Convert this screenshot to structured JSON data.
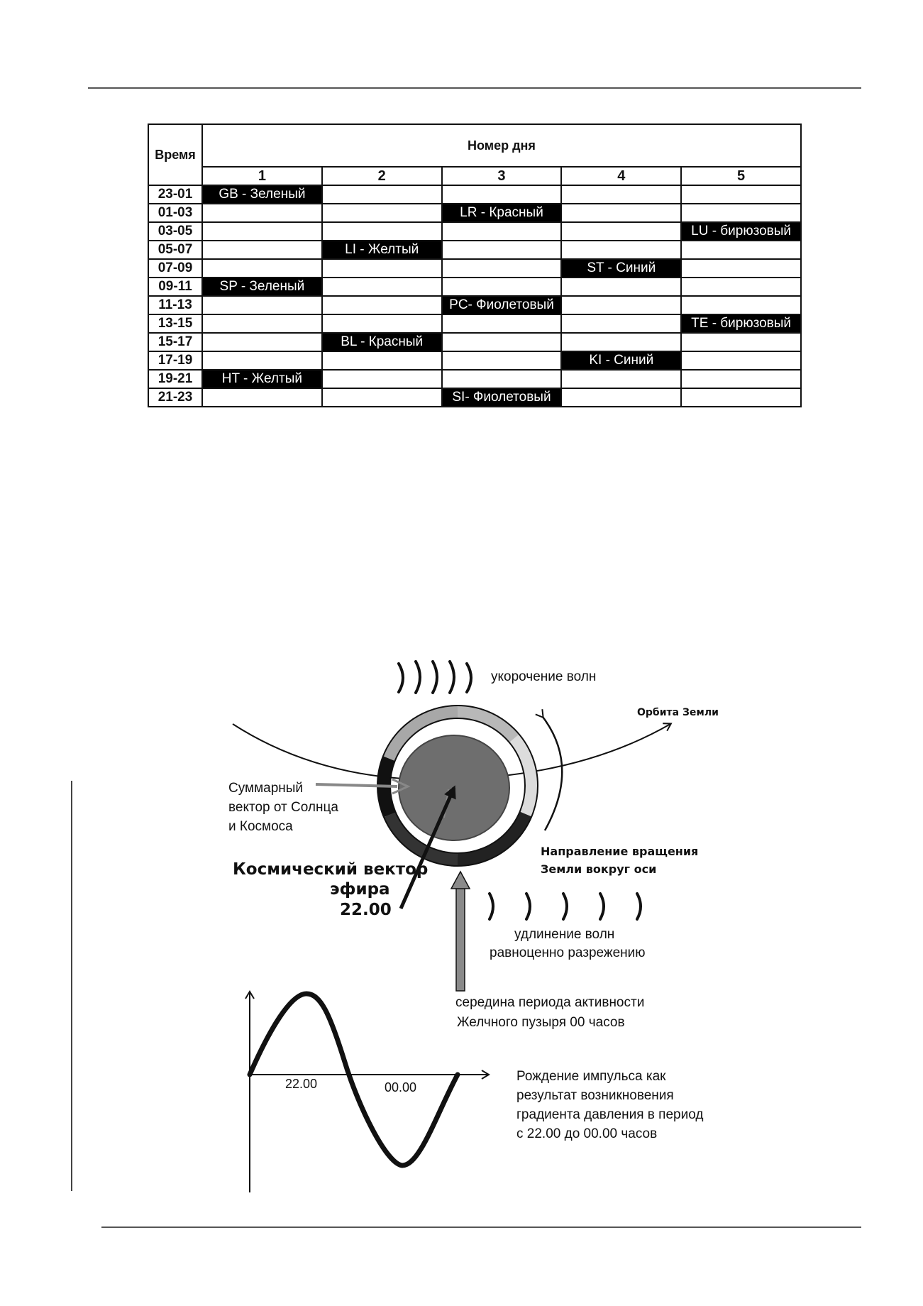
{
  "table": {
    "time_header": "Время",
    "day_header": "Номер дня",
    "days": [
      "1",
      "2",
      "3",
      "4",
      "5"
    ],
    "rows": [
      {
        "time": "23-01",
        "cells": [
          "GB - Зеленый",
          "",
          "",
          "",
          ""
        ]
      },
      {
        "time": "01-03",
        "cells": [
          "",
          "",
          "LR - Красный",
          "",
          ""
        ]
      },
      {
        "time": "03-05",
        "cells": [
          "",
          "",
          "",
          "",
          "LU - бирюзовый"
        ]
      },
      {
        "time": "05-07",
        "cells": [
          "",
          "LI - Желтый",
          "",
          "",
          ""
        ]
      },
      {
        "time": "07-09",
        "cells": [
          "",
          "",
          "",
          "ST - Синий",
          ""
        ]
      },
      {
        "time": "09-11",
        "cells": [
          "SP - Зеленый",
          "",
          "",
          "",
          ""
        ]
      },
      {
        "time": "11-13",
        "cells": [
          "",
          "",
          "PC- Фиолетовый",
          "",
          ""
        ]
      },
      {
        "time": "13-15",
        "cells": [
          "",
          "",
          "",
          "",
          "TE - бирюзовый"
        ]
      },
      {
        "time": "15-17",
        "cells": [
          "",
          "BL - Красный",
          "",
          "",
          ""
        ]
      },
      {
        "time": "17-19",
        "cells": [
          "",
          "",
          "",
          "KI - Синий",
          ""
        ]
      },
      {
        "time": "19-21",
        "cells": [
          "HT - Желтый",
          "",
          "",
          "",
          ""
        ]
      },
      {
        "time": "21-23",
        "cells": [
          "",
          "",
          "SI- Фиолетовый",
          "",
          ""
        ]
      }
    ]
  },
  "diagram": {
    "wave_shortening": "укорочение волн",
    "earth_orbit": "Орбита Земли",
    "summary_vector": [
      "Суммарный",
      "вектор от Солнца",
      "и Космоса"
    ],
    "rotation_direction": [
      "Направление вращения",
      "Земли вокруг оси"
    ],
    "cosmic_vector": [
      "Космический вектор",
      "эфира",
      "22.00"
    ],
    "wave_lengthening": [
      "удлинение волн",
      "равноценно разрежению"
    ],
    "gallbladder": [
      "середина периода активности",
      "Желчного пузыря   00 часов"
    ],
    "impulse": [
      "Рождение импульса как",
      "результат возникновения",
      "градиента давления в период",
      "с 22.00 до 00.00 часов"
    ],
    "graph_label_2200": "22.00",
    "graph_label_0000": "00.00"
  }
}
